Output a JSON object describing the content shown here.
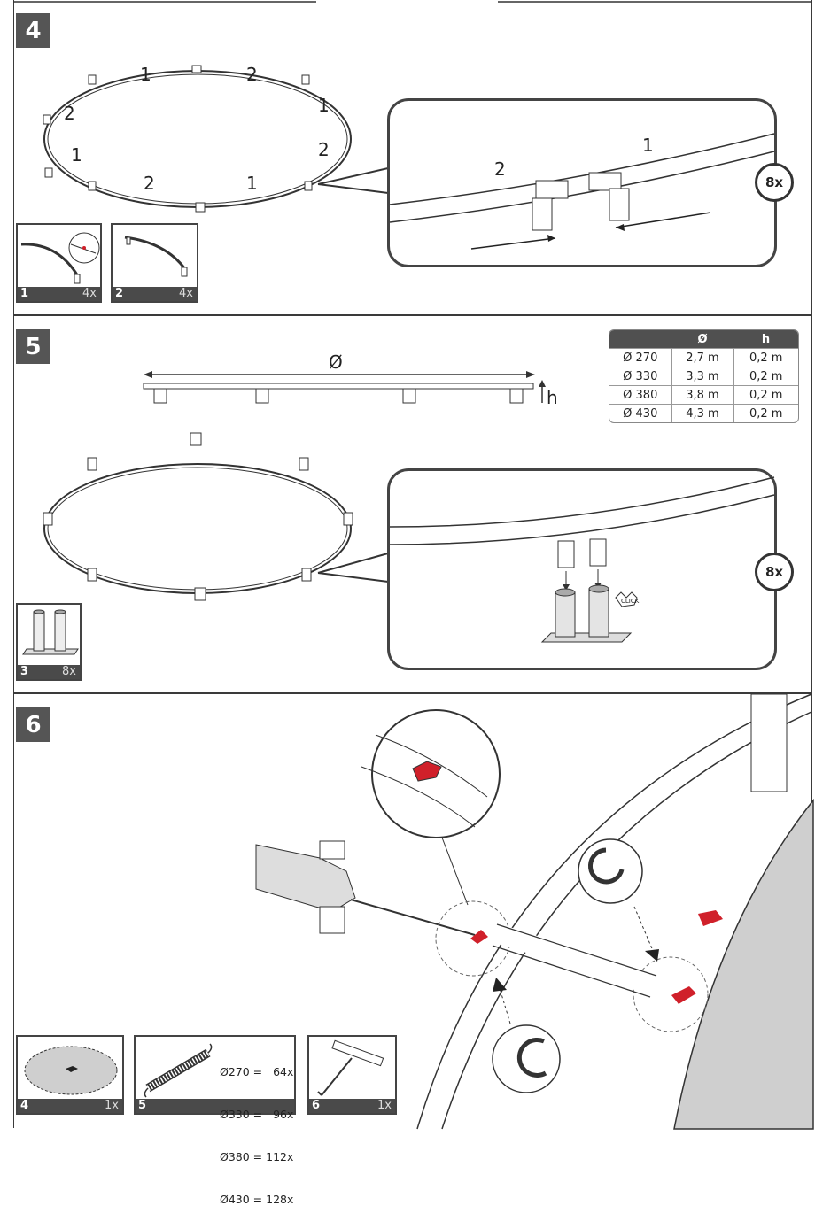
{
  "steps": [
    {
      "number": "4",
      "ring_labels": [
        "1",
        "2",
        "2",
        "1",
        "1",
        "2",
        "2",
        "1"
      ],
      "callout": {
        "label_left": "2",
        "label_right": "1",
        "quantity": "8x"
      },
      "parts": [
        {
          "number": "1",
          "qty": "4x"
        },
        {
          "number": "2",
          "qty": "4x"
        }
      ]
    },
    {
      "number": "5",
      "diameter_symbol": "Ø",
      "height_symbol": "h",
      "callout": {
        "quantity": "8x",
        "click_text": "CLICK"
      },
      "parts": [
        {
          "number": "3",
          "qty": "8x"
        }
      ],
      "table": {
        "headers": [
          "",
          "Ø",
          "h"
        ],
        "rows": [
          [
            "Ø 270",
            "2,7 m",
            "0,2 m"
          ],
          [
            "Ø 330",
            "3,3 m",
            "0,2 m"
          ],
          [
            "Ø 380",
            "3,8 m",
            "0,2 m"
          ],
          [
            "Ø 430",
            "4,3 m",
            "0,2 m"
          ]
        ]
      }
    },
    {
      "number": "6",
      "parts": [
        {
          "number": "4",
          "qty": "1x"
        },
        {
          "number": "5",
          "qty": ""
        },
        {
          "number": "6",
          "qty": "1x"
        }
      ],
      "spring_counts": [
        "Ø270 =   64x",
        "Ø330 =   96x",
        "Ø380 = 112x",
        "Ø430 = 128x"
      ]
    }
  ],
  "colors": {
    "badge": "#555555",
    "accent": "#d0202a",
    "line": "#333333"
  }
}
